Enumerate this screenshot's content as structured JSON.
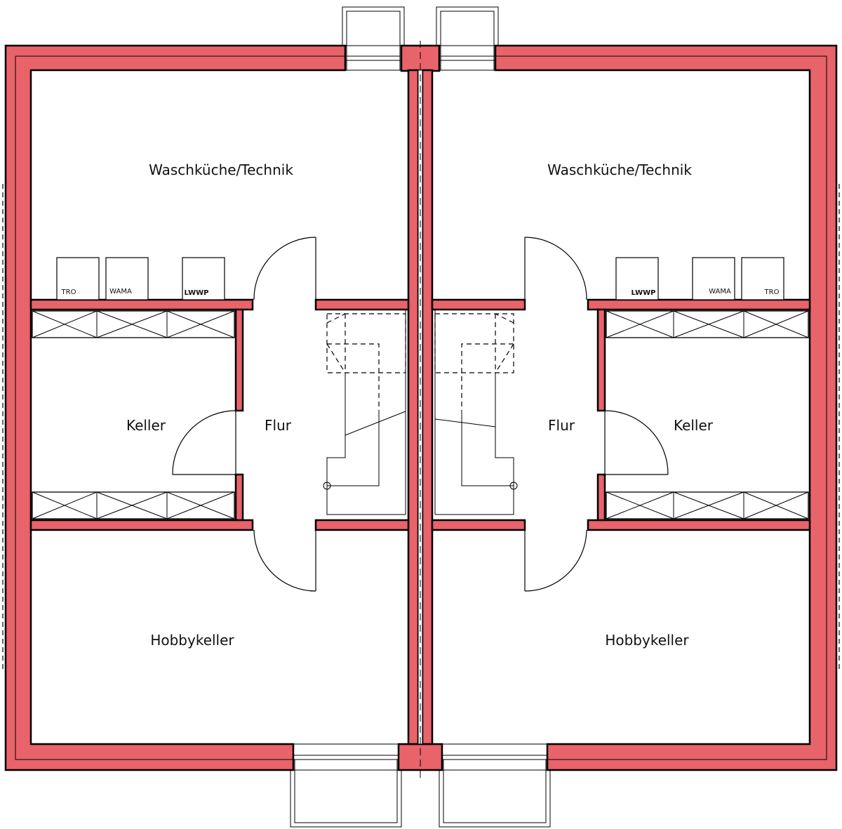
{
  "rooms": {
    "left": {
      "laundry": "Waschküche/Technik",
      "cellar": "Keller",
      "hall": "Flur",
      "hobby": "Hobbykeller"
    },
    "right": {
      "laundry": "Waschküche/Technik",
      "cellar": "Keller",
      "hall": "Flur",
      "hobby": "Hobbykeller"
    }
  },
  "appliances": {
    "left": [
      "TRO",
      "WAMA",
      "LWWP"
    ],
    "right": [
      "LWWP",
      "WAMA",
      "TRO"
    ]
  },
  "colors": {
    "wall": "#e8636a",
    "line": "#000000",
    "background": "#ffffff"
  }
}
